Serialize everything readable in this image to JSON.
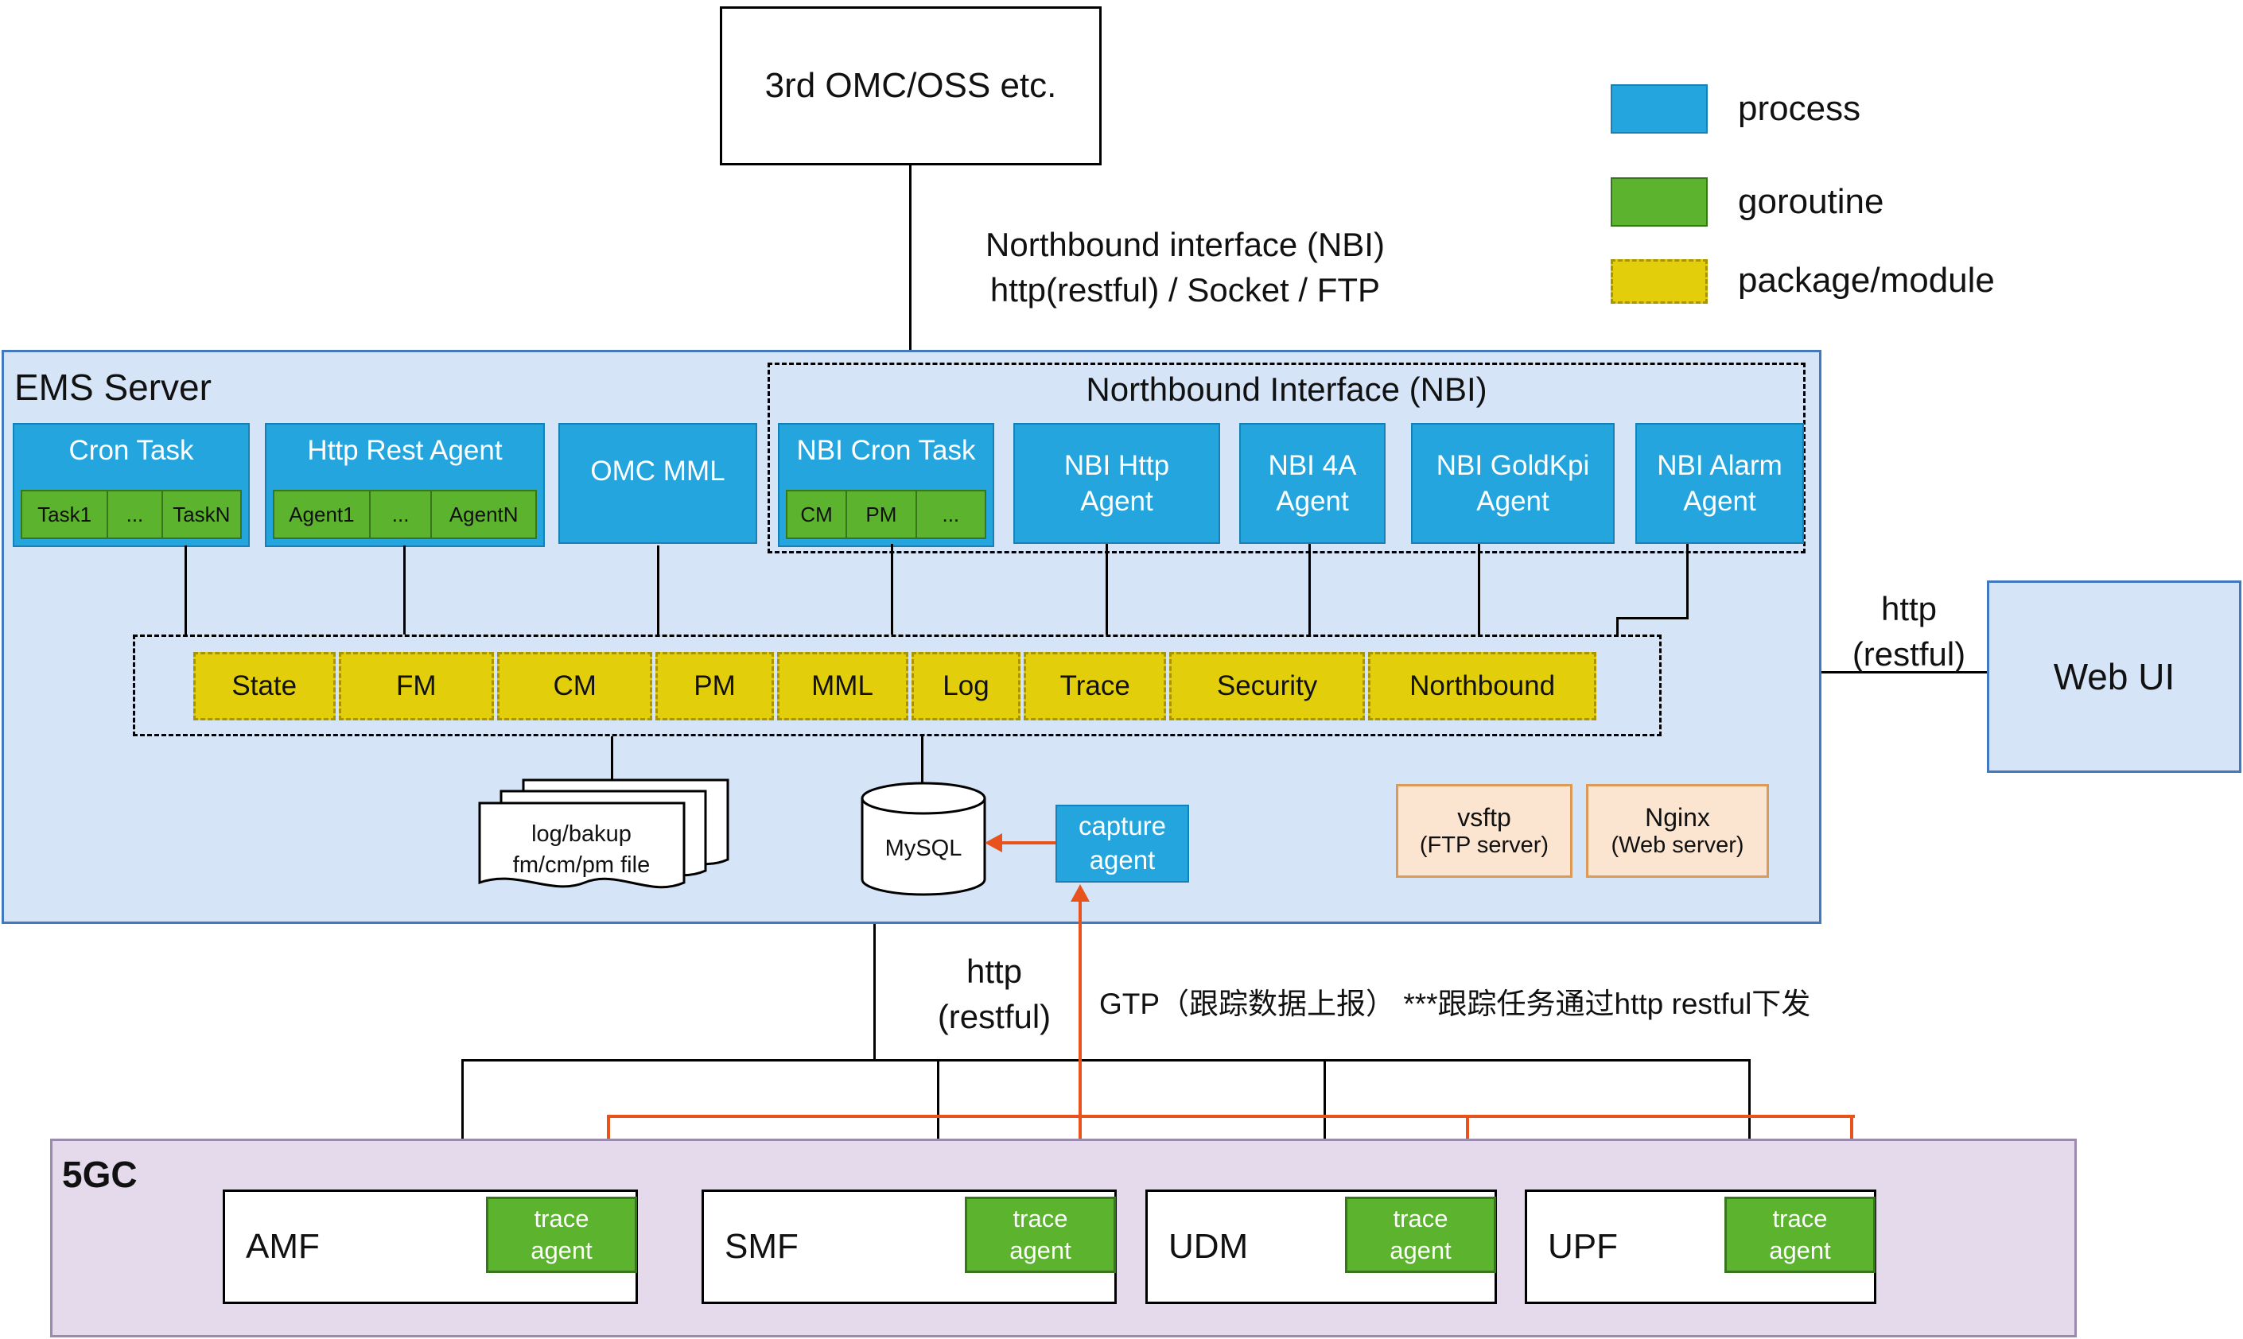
{
  "colors": {
    "process_fill": "#25A5DE",
    "goroutine_fill": "#5CB32E",
    "package_fill": "#E3CE0B",
    "orange_line": "#E8531D",
    "ems_fill": "#D5E5F7",
    "core_fill": "#E5DAEB"
  },
  "external_omc": {
    "label": "3rd OMC/OSS etc."
  },
  "legend": {
    "process": "process",
    "goroutine": "goroutine",
    "package": "package/module"
  },
  "links": {
    "nbi_title": "Northbound interface (NBI)",
    "nbi_subtitle": "http(restful) / Socket / FTP",
    "web_http_1": "http",
    "web_http_2": "(restful)",
    "south_http_1": "http",
    "south_http_2": "(restful)",
    "gtp": "GTP（跟踪数据上报） ***跟踪任务通过http restful下发"
  },
  "ems": {
    "title": "EMS Server",
    "cron_task": {
      "label": "Cron Task",
      "items": [
        "Task1",
        "...",
        "TaskN"
      ]
    },
    "http_rest_agent": {
      "label": "Http Rest Agent",
      "items": [
        "Agent1",
        "...",
        "AgentN"
      ]
    },
    "omc_mml": {
      "label": "OMC MML"
    },
    "nbi": {
      "title": "Northbound Interface (NBI)",
      "cron_task": {
        "label": "NBI Cron Task",
        "items": [
          "CM",
          "PM",
          "..."
        ]
      },
      "http_agent": "NBI Http Agent",
      "agent_4a": "NBI 4A Agent",
      "goldkpi_agent": "NBI GoldKpi Agent",
      "alarm_agent": "NBI Alarm Agent"
    },
    "modules": [
      "State",
      "FM",
      "CM",
      "PM",
      "MML",
      "Log",
      "Trace",
      "Security",
      "Northbound"
    ],
    "files": {
      "line1": "log/bakup",
      "line2": "fm/cm/pm file"
    },
    "mysql": {
      "label": "MySQL"
    },
    "capture_agent": {
      "line1": "capture",
      "line2": "agent"
    },
    "vsftp": {
      "name": "vsftp",
      "desc": "(FTP server)"
    },
    "nginx": {
      "name": "Nginx",
      "desc": "(Web server)"
    }
  },
  "web_ui": {
    "label": "Web UI"
  },
  "core": {
    "title": "5GC",
    "nodes": [
      "AMF",
      "SMF",
      "UDM",
      "UPF"
    ],
    "trace_agent": {
      "line1": "trace",
      "line2": "agent"
    }
  }
}
